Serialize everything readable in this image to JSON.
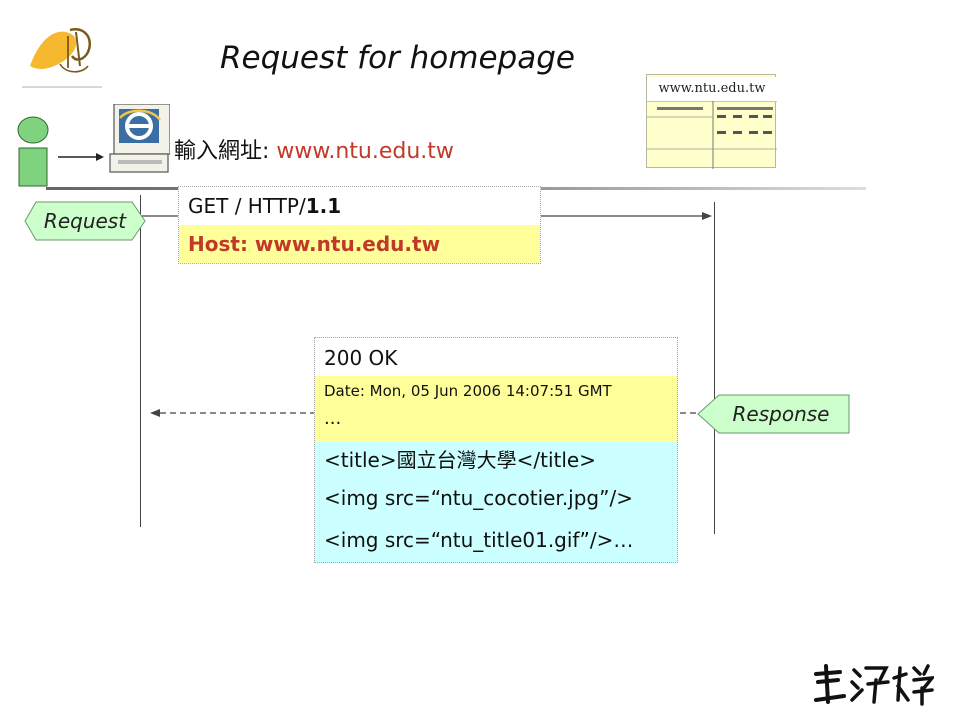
{
  "slide": {
    "title": "Request for  homepage",
    "site_label": "www.ntu.edu.tw",
    "url_prompt": "輸入網址: ",
    "url_value": "www.ntu.edu.tw"
  },
  "request": {
    "tag": "Request",
    "line_prefix": "GET / HTTP/",
    "line_version": "1.1",
    "host_header": "Host: www.ntu.edu.tw"
  },
  "response": {
    "tag": "Response",
    "status": "200 OK",
    "date_header": "Date: Mon, 05 Jun 2006 14:07:51 GMT",
    "headers_ellipsis": "...",
    "body_lines": [
      "<title>國立台灣大學</title>",
      "<img src=“ntu_cocotier.jpg”/>",
      "<img src=“ntu_title01.gif”/>…"
    ]
  },
  "colors": {
    "accent_red": "#c0392b",
    "header_yellow": "#ffff99",
    "body_cyan": "#ccffff",
    "tag_green": "#ccffcc",
    "user_green": "#7fd37f"
  }
}
